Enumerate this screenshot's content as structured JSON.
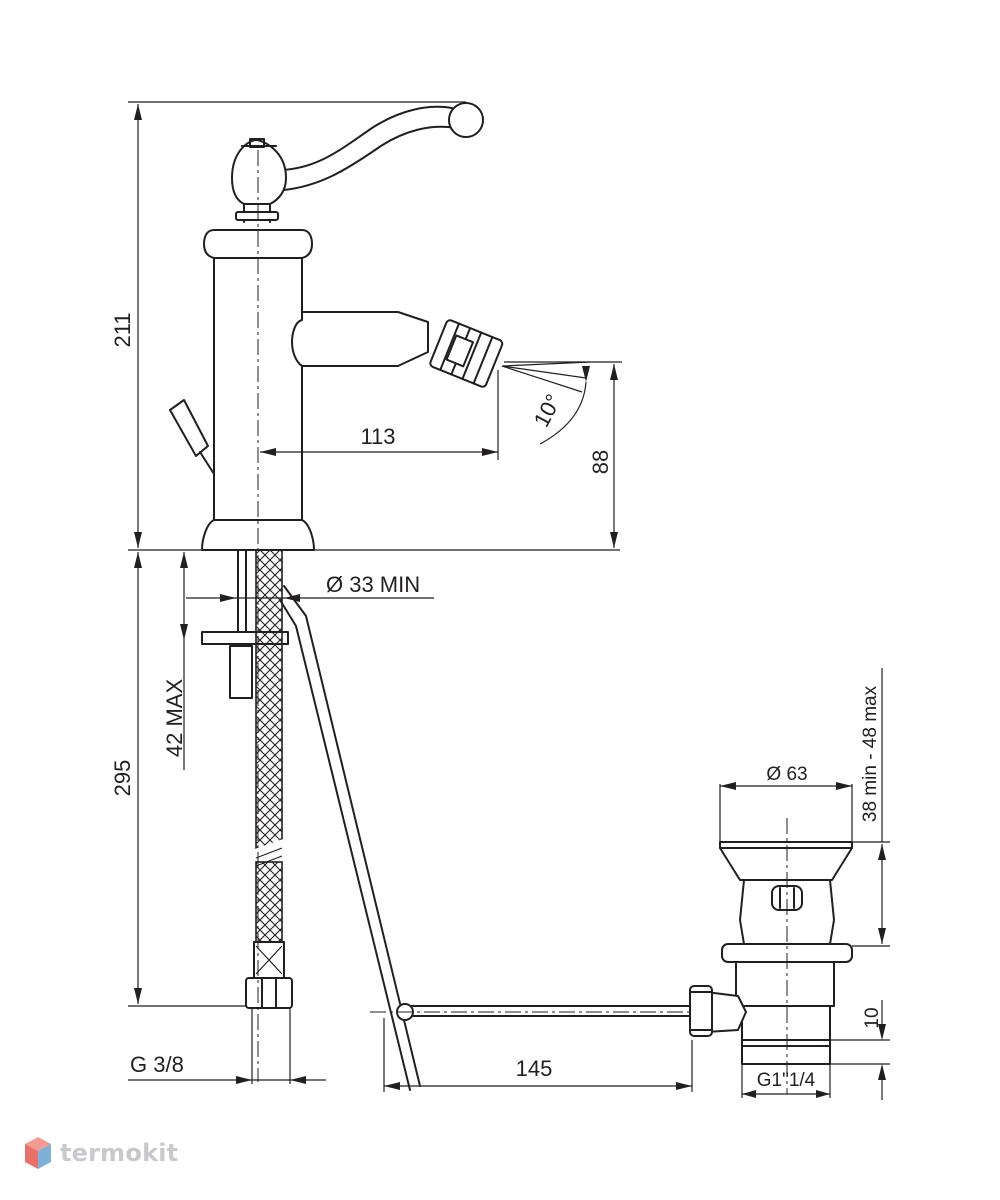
{
  "dimensions": {
    "total_height": "211",
    "spout_reach": "113",
    "spout_height": "88",
    "spray_angle": "10°",
    "hole_diameter": "Ø 33  MIN",
    "max_deck_thickness": "42 MAX",
    "hose_length": "295",
    "hose_thread": "G 3/8",
    "drain_diameter": "Ø 63",
    "drain_range": "38 min - 48 max",
    "rod_length": "145",
    "tail_height": "10",
    "drain_thread": "G1\"1/4"
  },
  "watermark": {
    "text": "termokit",
    "logo_icon": "cube-logo-icon"
  },
  "colors": {
    "line": "#231f20",
    "background": "#ffffff",
    "logo_red": "#e87068",
    "logo_blue": "#7fb0d8",
    "watermark_text": "#c7c9cc"
  }
}
